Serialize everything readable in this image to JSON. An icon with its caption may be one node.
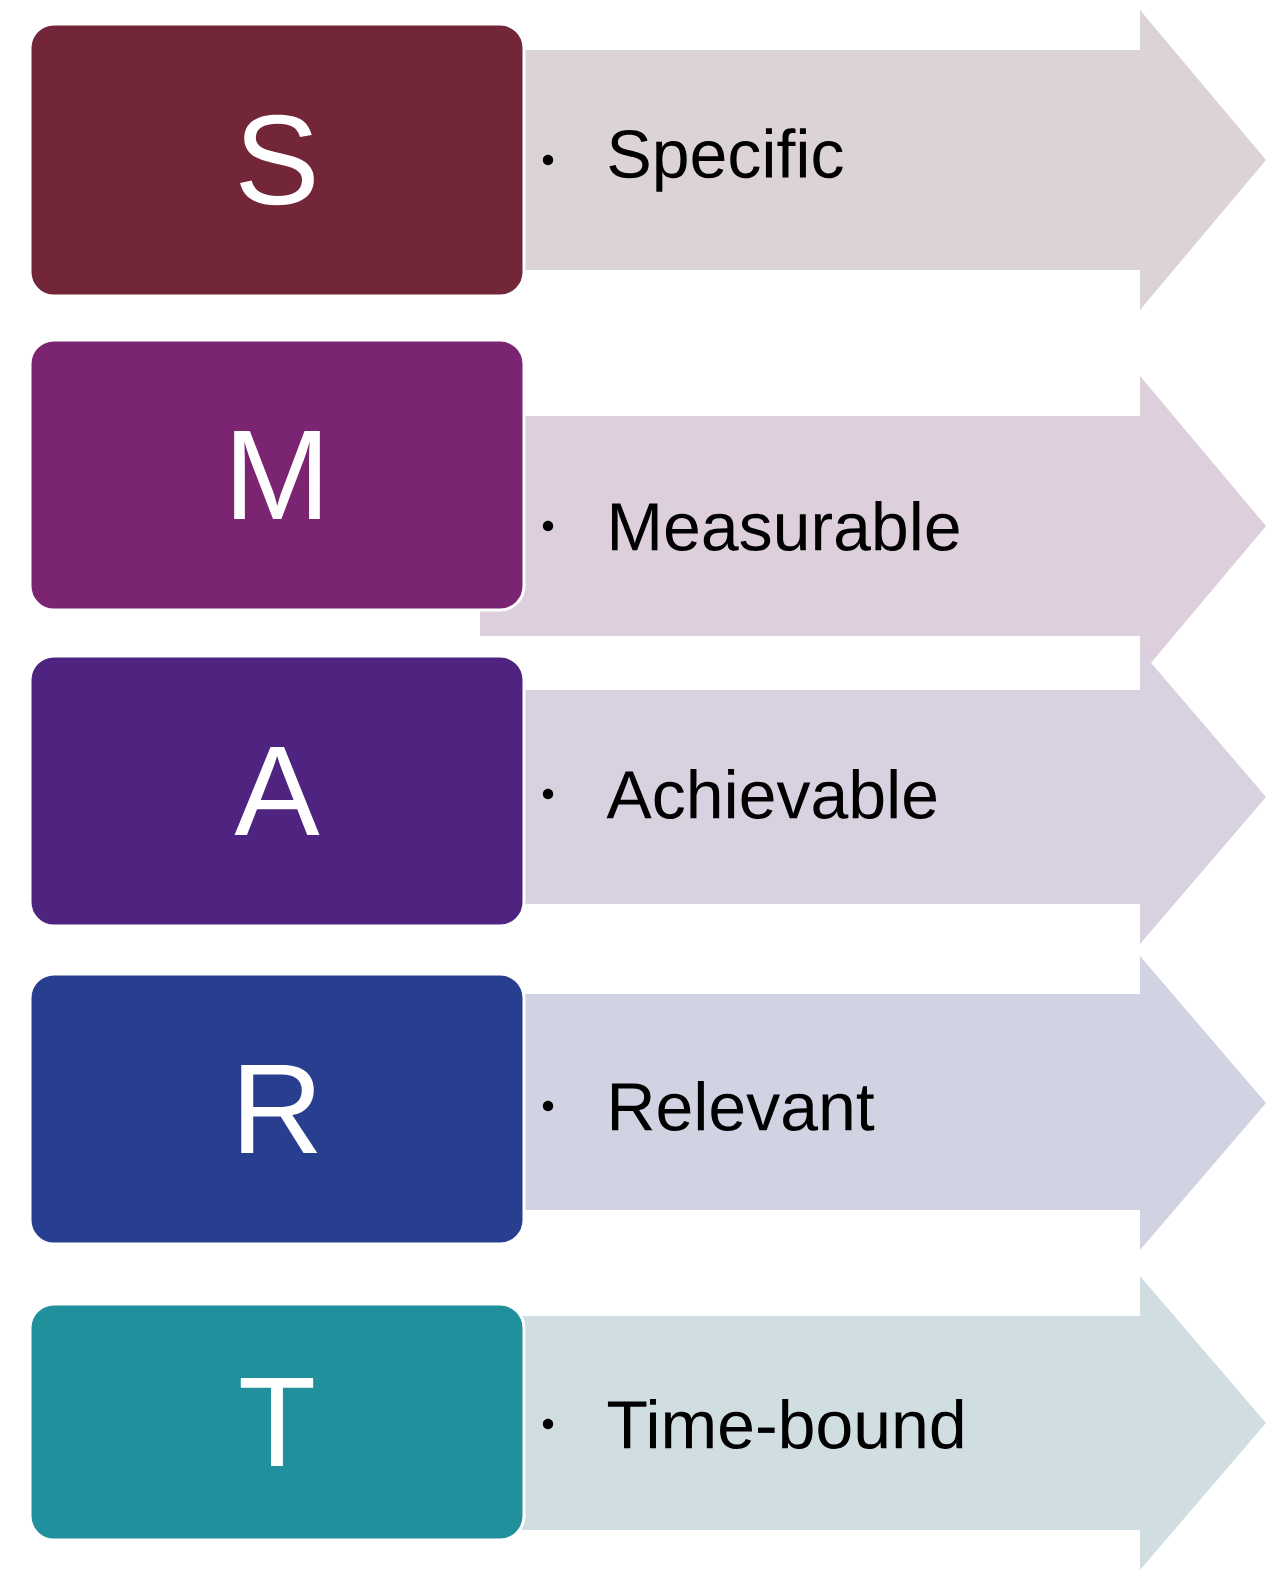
{
  "diagram": {
    "nodes": [
      {
        "text": [
          "S"
        ]
      },
      {
        "text": [
          "Specific"
        ]
      },
      {
        "text": [
          "M"
        ]
      },
      {
        "text": [
          "Measurable"
        ]
      },
      {
        "text": [
          "A"
        ]
      },
      {
        "text": [
          "Achievable"
        ]
      },
      {
        "text": [
          "R"
        ]
      },
      {
        "text": [
          "Relevant"
        ]
      },
      {
        "text": [
          "T"
        ]
      },
      {
        "text": [
          "Time-bound"
        ]
      }
    ]
  }
}
